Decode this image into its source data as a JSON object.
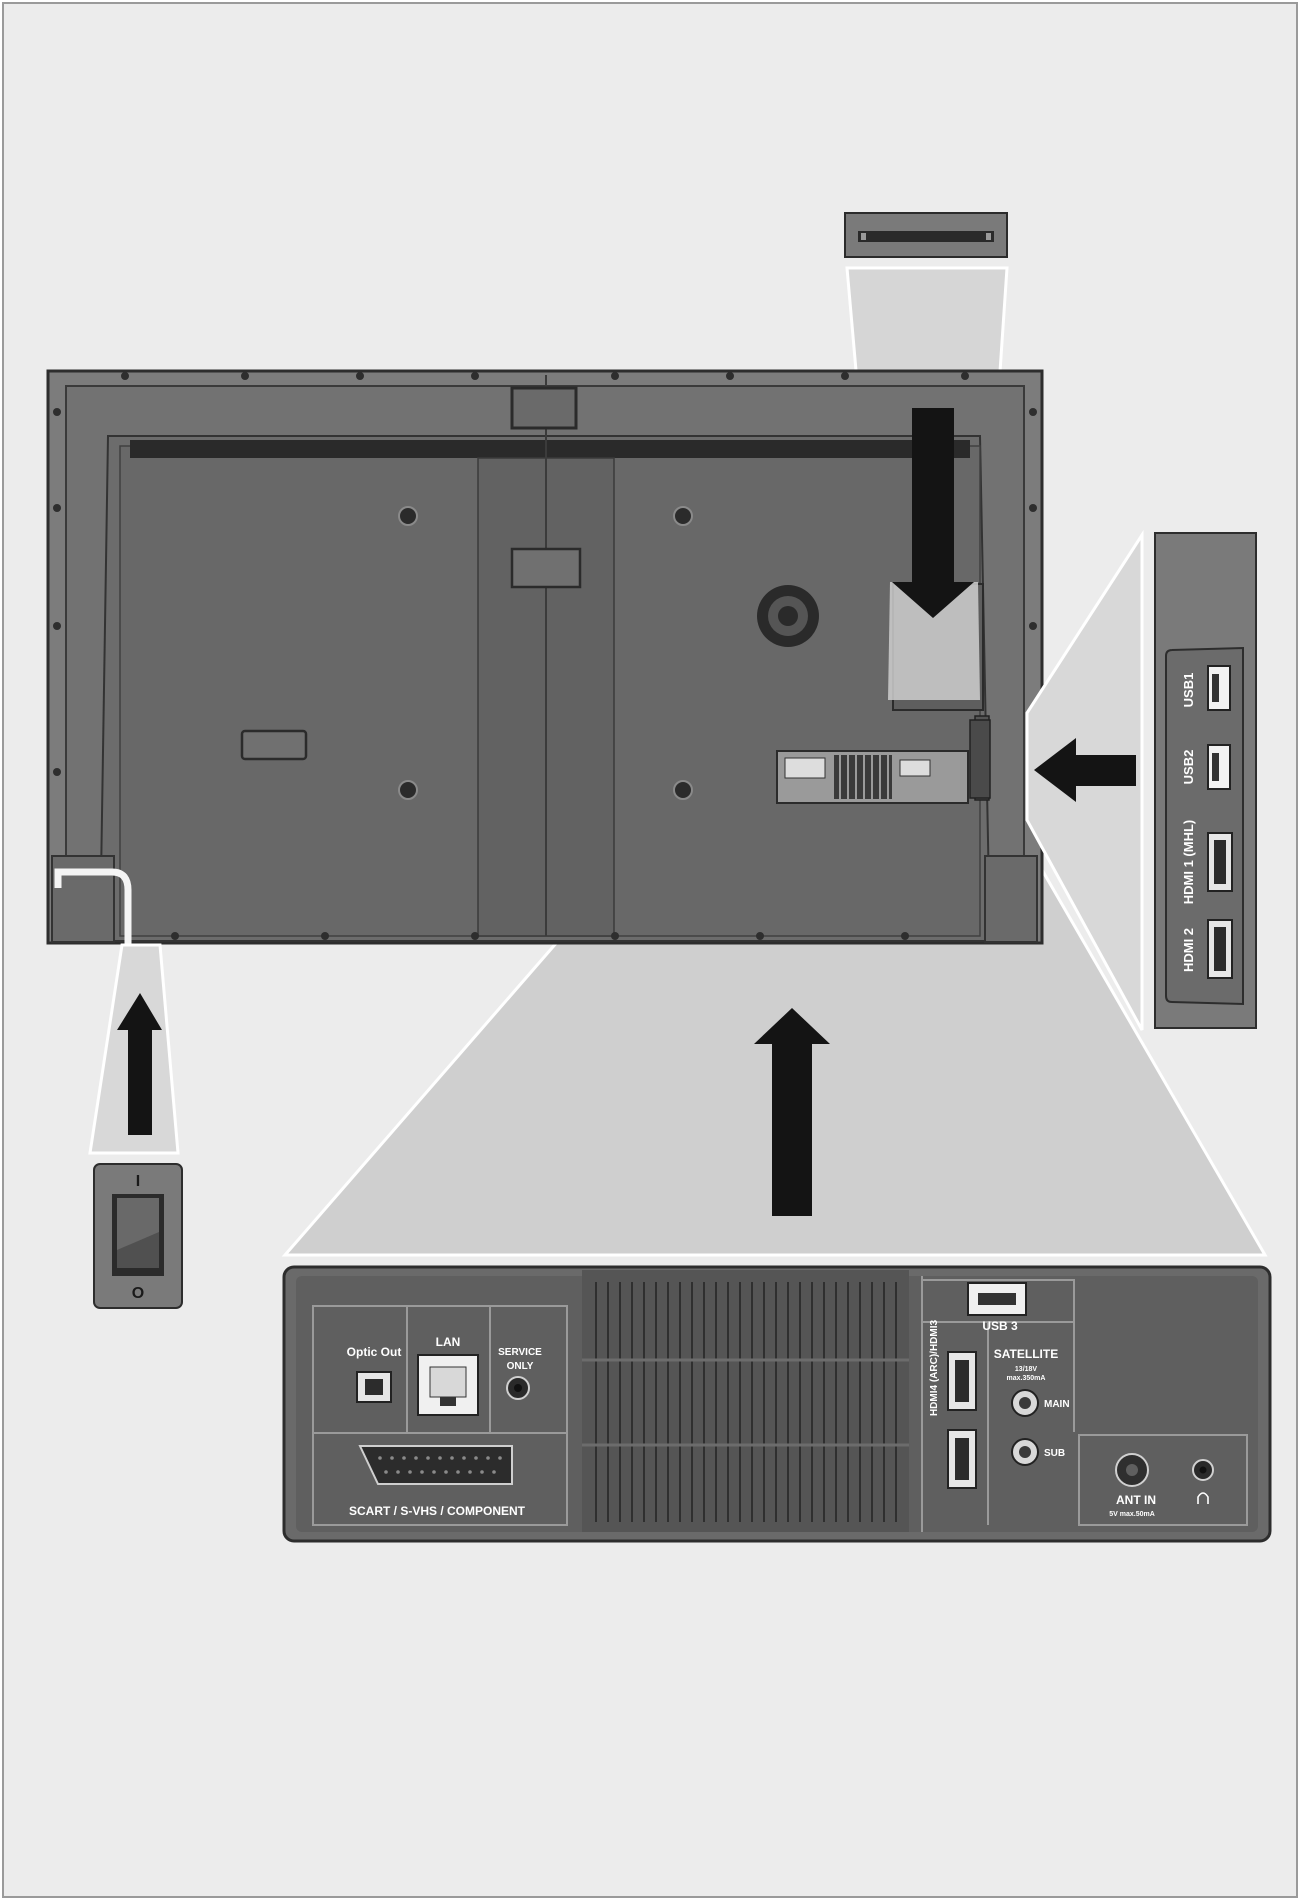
{
  "colors": {
    "page_bg": "#ececec",
    "tv_body": "#7e7e7e",
    "tv_inner": "#6f6f6f",
    "panel_dark": "#5e5e5e",
    "port_fill": "#d9d9d9",
    "arrow": "#141414",
    "callout": "#cfcfcf"
  },
  "side_panel": {
    "usb1": "USB1",
    "usb2": "USB2",
    "hdmi1": "HDMI 1 (MHL)",
    "hdmi2": "HDMI 2"
  },
  "power_switch": {
    "on_mark": "I",
    "off_mark": "O"
  },
  "bottom_panel": {
    "optic_out": "Optic Out",
    "lan": "LAN",
    "service_line1": "SERVICE",
    "service_line2": "ONLY",
    "scart": "SCART / S-VHS / COMPONENT",
    "usb3": "USB 3",
    "hdmi_vertical": "HDMI4 (ARC)/HDMI3",
    "satellite": "SATELLITE",
    "sat_spec_line1": "13/18V",
    "sat_spec_line2": "max.350mA",
    "main": "MAIN",
    "sub": "SUB",
    "ant_in": "ANT IN",
    "ant_spec": "5V max.50mA"
  }
}
